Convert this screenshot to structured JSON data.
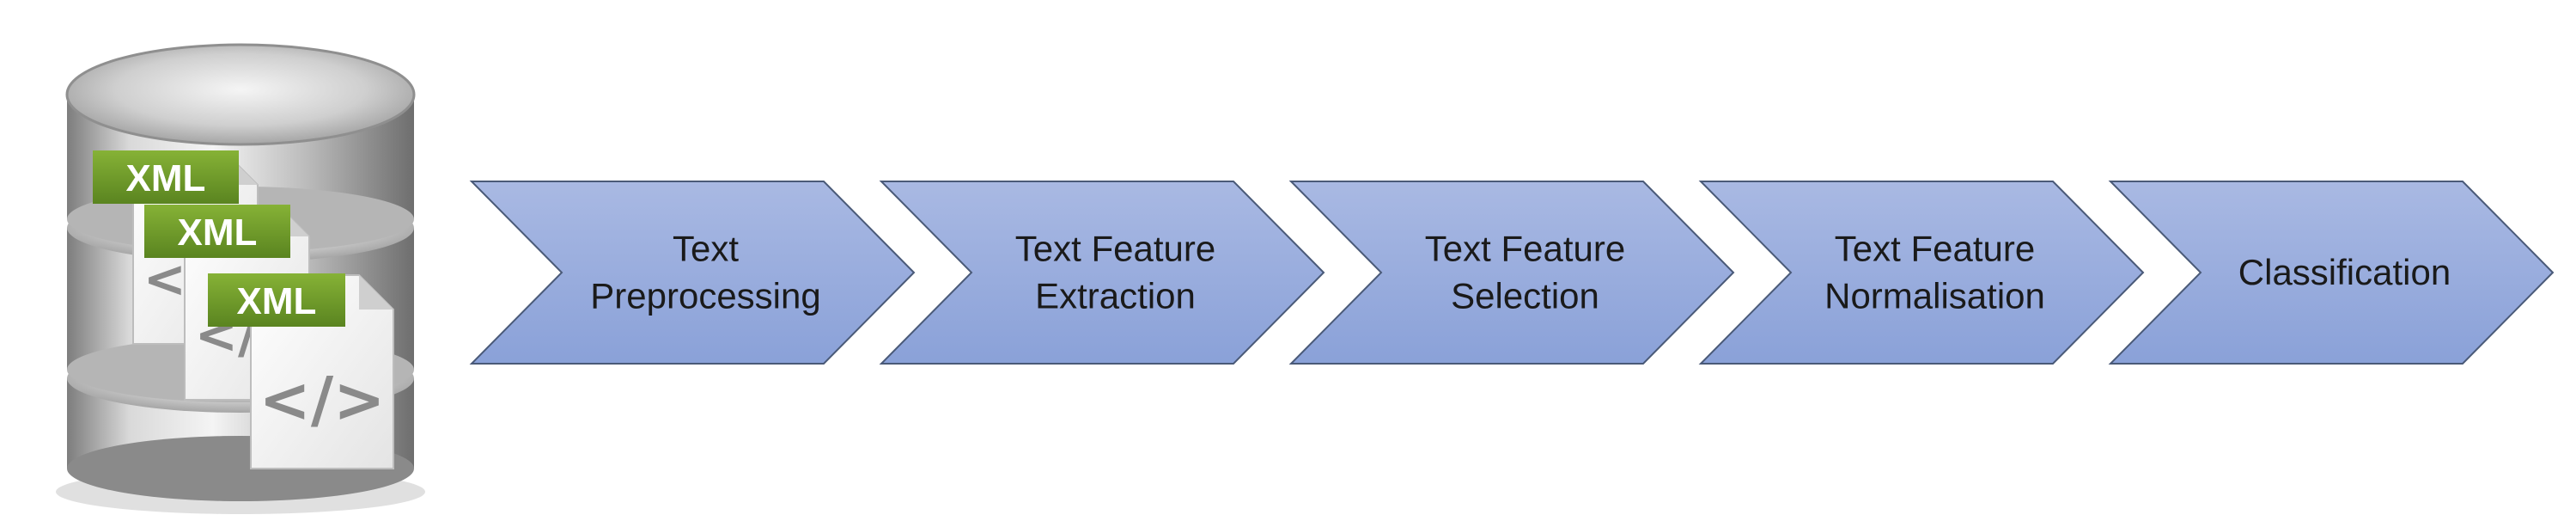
{
  "database_icon": {
    "icon": "database-with-xml-files-icon",
    "xml_tags": [
      "XML",
      "XML",
      "XML"
    ],
    "code_symbol": "</>"
  },
  "steps": [
    {
      "lines": [
        "Text",
        "Preprocessing"
      ]
    },
    {
      "lines": [
        "Text Feature",
        "Extraction"
      ]
    },
    {
      "lines": [
        "Text Feature",
        "Selection"
      ]
    },
    {
      "lines": [
        "Text Feature",
        "Normalisation"
      ]
    },
    {
      "lines": [
        "Classification"
      ]
    }
  ],
  "colors": {
    "chevron_top": "#a9b9e3",
    "chevron_bottom": "#8aa1d8",
    "chevron_stroke": "#4a5a78",
    "xml_tag_green": "#6f9a2a",
    "label_text": "#1a1a1a"
  }
}
